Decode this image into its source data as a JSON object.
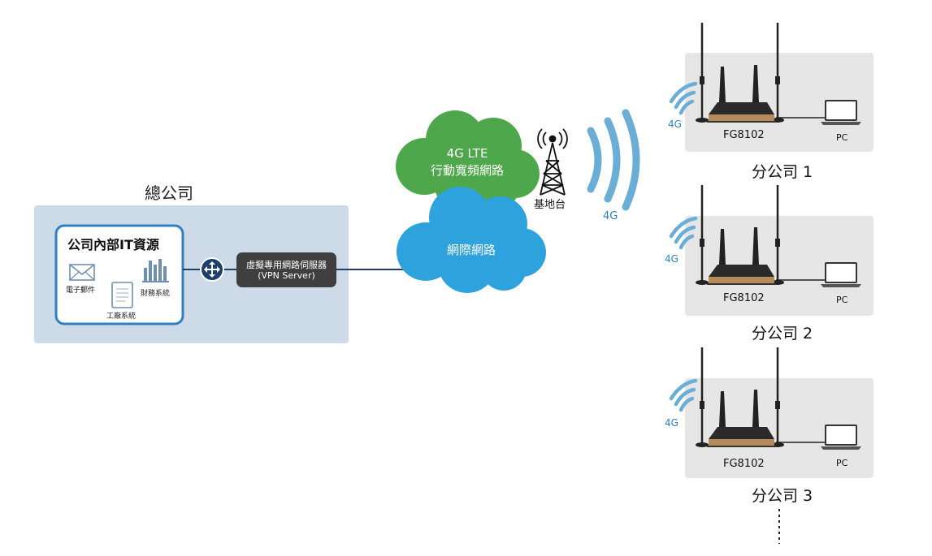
{
  "hq": {
    "title": "總公司",
    "it_box_title": "公司內部IT資源",
    "items": {
      "email": "電子郵件",
      "finance": "財務系統",
      "factory": "工廠系統"
    },
    "vpn": {
      "line1": "虛擬專用網路伺服器",
      "line2": "(VPN Server)"
    }
  },
  "clouds": {
    "lte_line1": "4G LTE",
    "lte_line2": "行動寬頻網路",
    "internet": "網際網路"
  },
  "tower": {
    "label": "基地台",
    "signal": "4G"
  },
  "branches": [
    {
      "title": "分公司 1",
      "device": "FG8102",
      "signal": "4G",
      "pc": "PC"
    },
    {
      "title": "分公司 2",
      "device": "FG8102",
      "signal": "4G",
      "pc": "PC"
    },
    {
      "title": "分公司 3",
      "device": "FG8102",
      "signal": "4G",
      "pc": "PC"
    }
  ],
  "colors": {
    "hq_bg": "#cddbe8",
    "it_border": "#2f80c3",
    "lte_cloud": "#4ea74a",
    "internet_cloud": "#2ea2dc",
    "signal_wave": "#6aaed6",
    "branch_bg": "#e6e6e6",
    "vpn_box": "#3f3f3f",
    "line": "#1f3f6b"
  }
}
